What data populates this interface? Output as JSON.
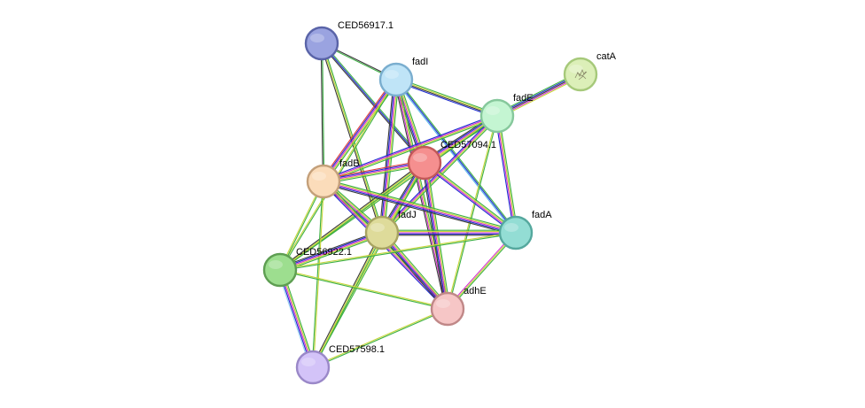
{
  "nodes": [
    {
      "id": "CED56917.1",
      "label": "CED56917.1",
      "color": "#9aa3e0",
      "stroke": "#5a64a8"
    },
    {
      "id": "fadI",
      "label": "fadI",
      "color": "#bfe4f7",
      "stroke": "#7aaecf"
    },
    {
      "id": "catA",
      "label": "catA",
      "color": "#dcefb8",
      "stroke": "#a6c97a",
      "has_structure_image": true
    },
    {
      "id": "fadE",
      "label": "fadE",
      "color": "#c4f5d2",
      "stroke": "#86c89c"
    },
    {
      "id": "CED57094.1",
      "label": "CED57094.1",
      "color": "#f58f8f",
      "stroke": "#c25959"
    },
    {
      "id": "fadB",
      "label": "fadB",
      "color": "#fbdcba",
      "stroke": "#c4a07a"
    },
    {
      "id": "fadJ",
      "label": "fadJ",
      "color": "#dedb9a",
      "stroke": "#a8a462"
    },
    {
      "id": "fadA",
      "label": "fadA",
      "color": "#93ddd4",
      "stroke": "#55a89e"
    },
    {
      "id": "CED56922.1",
      "label": "CED56922.1",
      "color": "#9dde8f",
      "stroke": "#5e9e52"
    },
    {
      "id": "adhE",
      "label": "adhE",
      "color": "#f6c6c6",
      "stroke": "#c08888"
    },
    {
      "id": "CED57598.1",
      "label": "CED57598.1",
      "color": "#d3c3f8",
      "stroke": "#9a88c8"
    }
  ],
  "edges": [
    {
      "a": "CED56917.1",
      "b": "fadI",
      "colors": [
        "#3a3a3a",
        "#3cb043"
      ]
    },
    {
      "a": "CED56917.1",
      "b": "CED57094.1",
      "colors": [
        "#3cb043",
        "#1d2bd0",
        "#3a3a3a"
      ]
    },
    {
      "a": "CED56917.1",
      "b": "fadB",
      "colors": [
        "#3cb043",
        "#3a3a3a"
      ]
    },
    {
      "a": "CED56917.1",
      "b": "fadJ",
      "colors": [
        "#3cb043",
        "#c8d63a",
        "#3a3a3a"
      ]
    },
    {
      "a": "fadI",
      "b": "fadE",
      "colors": [
        "#3cb043",
        "#c8d63a",
        "#3a3a3a",
        "#1d2bd0"
      ]
    },
    {
      "a": "fadI",
      "b": "CED57094.1",
      "colors": [
        "#3cb043",
        "#c8d63a",
        "#d42fd4",
        "#1d2bd0",
        "#3a3a3a"
      ]
    },
    {
      "a": "fadI",
      "b": "fadB",
      "colors": [
        "#3cb043",
        "#c8d63a",
        "#d42fd4",
        "#1d2bd0",
        "#e03a3a"
      ]
    },
    {
      "a": "fadI",
      "b": "fadJ",
      "colors": [
        "#3cb043",
        "#c8d63a",
        "#d42fd4",
        "#1d2bd0",
        "#3a3a3a"
      ]
    },
    {
      "a": "fadI",
      "b": "fadA",
      "colors": [
        "#3cb043",
        "#1d2bd0",
        "#5ab8e8"
      ]
    },
    {
      "a": "fadI",
      "b": "adhE",
      "colors": [
        "#3cb043",
        "#c8d63a",
        "#d42fd4",
        "#3a3a3a"
      ]
    },
    {
      "a": "fadI",
      "b": "CED56922.1",
      "colors": [
        "#3cb043",
        "#c8d63a"
      ]
    },
    {
      "a": "catA",
      "b": "fadE",
      "colors": [
        "#c8d63a",
        "#d42fd4",
        "#3a3a3a",
        "#1d2bd0",
        "#3cb043"
      ]
    },
    {
      "a": "fadE",
      "b": "CED57094.1",
      "colors": [
        "#3cb043",
        "#c8d63a",
        "#d42fd4",
        "#1d2bd0",
        "#3a3a3a"
      ]
    },
    {
      "a": "fadE",
      "b": "fadB",
      "colors": [
        "#3cb043",
        "#c8d63a",
        "#d42fd4",
        "#1d2bd0"
      ]
    },
    {
      "a": "fadE",
      "b": "fadJ",
      "colors": [
        "#3cb043",
        "#c8d63a",
        "#d42fd4",
        "#1d2bd0"
      ]
    },
    {
      "a": "fadE",
      "b": "fadA",
      "colors": [
        "#3cb043",
        "#c8d63a",
        "#d42fd4",
        "#1d2bd0"
      ]
    },
    {
      "a": "fadE",
      "b": "adhE",
      "colors": [
        "#3cb043",
        "#c8d63a"
      ]
    },
    {
      "a": "fadE",
      "b": "CED56922.1",
      "colors": [
        "#3cb043",
        "#c8d63a"
      ]
    },
    {
      "a": "CED57094.1",
      "b": "fadB",
      "colors": [
        "#3cb043",
        "#c8d63a",
        "#d42fd4",
        "#1d2bd0",
        "#e03a3a"
      ]
    },
    {
      "a": "CED57094.1",
      "b": "fadJ",
      "colors": [
        "#3cb043",
        "#c8d63a",
        "#d42fd4",
        "#1d2bd0",
        "#3a3a3a"
      ]
    },
    {
      "a": "CED57094.1",
      "b": "fadA",
      "colors": [
        "#3cb043",
        "#c8d63a",
        "#d42fd4",
        "#1d2bd0"
      ]
    },
    {
      "a": "CED57094.1",
      "b": "adhE",
      "colors": [
        "#3cb043",
        "#c8d63a",
        "#d42fd4",
        "#1d2bd0",
        "#3a3a3a"
      ]
    },
    {
      "a": "CED57094.1",
      "b": "CED56922.1",
      "colors": [
        "#3cb043",
        "#c8d63a",
        "#3a3a3a"
      ]
    },
    {
      "a": "CED57094.1",
      "b": "CED57598.1",
      "colors": [
        "#3cb043",
        "#c8d63a"
      ]
    },
    {
      "a": "fadB",
      "b": "fadJ",
      "colors": [
        "#3cb043",
        "#c8d63a",
        "#d42fd4",
        "#1d2bd0",
        "#3a3a3a"
      ]
    },
    {
      "a": "fadB",
      "b": "fadA",
      "colors": [
        "#3cb043",
        "#c8d63a",
        "#d42fd4",
        "#1d2bd0",
        "#3a3a3a"
      ]
    },
    {
      "a": "fadB",
      "b": "adhE",
      "colors": [
        "#3cb043",
        "#c8d63a",
        "#d42fd4",
        "#1d2bd0"
      ]
    },
    {
      "a": "fadB",
      "b": "CED56922.1",
      "colors": [
        "#3cb043",
        "#c8d63a"
      ]
    },
    {
      "a": "fadB",
      "b": "CED57598.1",
      "colors": [
        "#c8d63a",
        "#3cb043"
      ]
    },
    {
      "a": "fadJ",
      "b": "fadA",
      "colors": [
        "#3cb043",
        "#c8d63a",
        "#d42fd4",
        "#1d2bd0",
        "#3a3a3a"
      ]
    },
    {
      "a": "fadJ",
      "b": "adhE",
      "colors": [
        "#3cb043",
        "#c8d63a",
        "#d42fd4",
        "#1d2bd0",
        "#3a3a3a"
      ]
    },
    {
      "a": "fadJ",
      "b": "CED56922.1",
      "colors": [
        "#3cb043",
        "#c8d63a",
        "#d42fd4",
        "#1d2bd0",
        "#3a3a3a"
      ]
    },
    {
      "a": "fadJ",
      "b": "CED57598.1",
      "colors": [
        "#3cb043",
        "#c8d63a",
        "#3a3a3a"
      ]
    },
    {
      "a": "fadA",
      "b": "adhE",
      "colors": [
        "#3cb043",
        "#c8d63a",
        "#d42fd4"
      ]
    },
    {
      "a": "fadA",
      "b": "CED56922.1",
      "colors": [
        "#3cb043",
        "#c8d63a"
      ]
    },
    {
      "a": "adhE",
      "b": "CED56922.1",
      "colors": [
        "#3cb043",
        "#c8d63a"
      ]
    },
    {
      "a": "adhE",
      "b": "CED57598.1",
      "colors": [
        "#3cb043",
        "#c8d63a"
      ]
    },
    {
      "a": "CED56922.1",
      "b": "CED57598.1",
      "colors": [
        "#3cb043",
        "#c8d63a",
        "#d42fd4",
        "#1d2bd0",
        "#9ad0f0"
      ]
    }
  ]
}
